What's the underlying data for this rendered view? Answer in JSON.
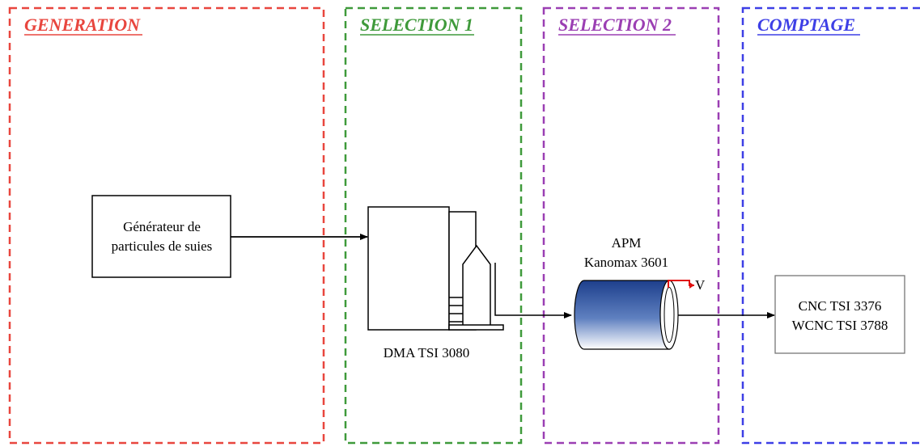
{
  "sections": [
    {
      "title": "GENERATION",
      "color": "#e8463e"
    },
    {
      "title": "SELECTION 1",
      "color": "#3f9a3b"
    },
    {
      "title": "SELECTION 2",
      "color": "#9b3fb3"
    },
    {
      "title": "COMPTAGE",
      "color": "#3d3fe6"
    }
  ],
  "generator": {
    "line1": "Générateur de",
    "line2": "particules de suies"
  },
  "dma": {
    "label": "DMA TSI 3080"
  },
  "apm": {
    "line1": "APM",
    "line2": "Kanomax 3601",
    "velocity": "V"
  },
  "counter": {
    "line1": "CNC TSI 3376",
    "line2": "WCNC TSI 3788"
  },
  "colors": {
    "apm_gradient_dark": "#1d3f8c",
    "velocity_arrow": "#e01010"
  }
}
